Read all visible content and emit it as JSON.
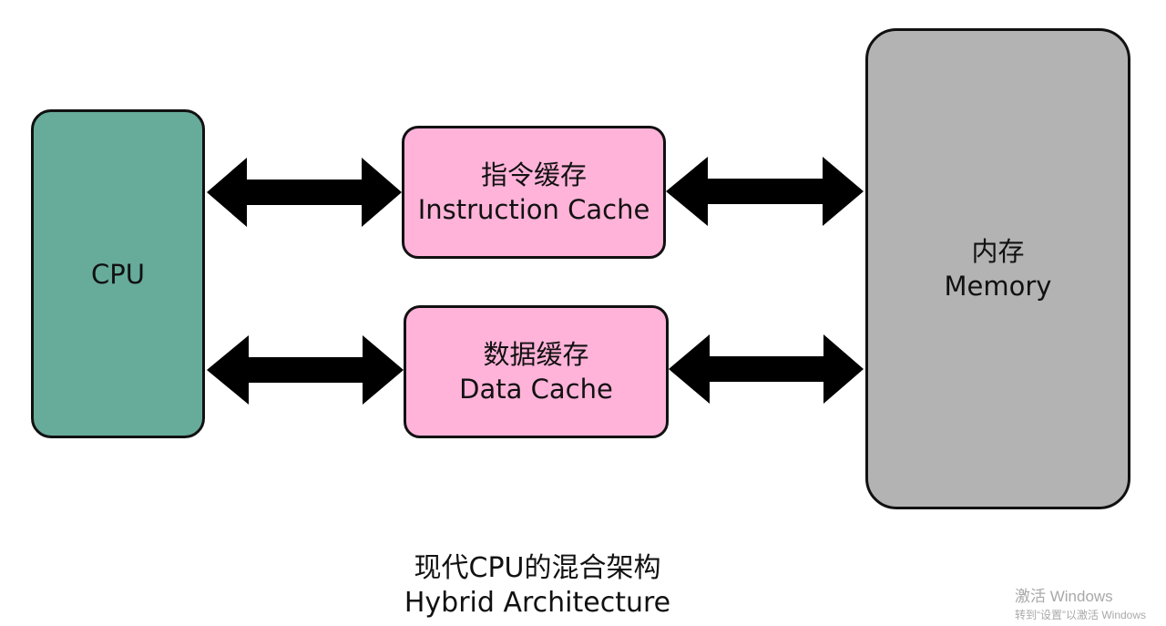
{
  "colors": {
    "cpu": "#67ab9b",
    "cache": "#ffb3d9",
    "memory": "#b3b3b3",
    "stroke": "#111111",
    "arrow": "#000000"
  },
  "nodes": {
    "cpu": {
      "label": "CPU"
    },
    "instruction_cache": {
      "label_cn": "指令缓存",
      "label_en": "Instruction Cache"
    },
    "data_cache": {
      "label_cn": "数据缓存",
      "label_en": "Data Cache"
    },
    "memory": {
      "label_cn": "内存",
      "label_en": "Memory"
    }
  },
  "edges": [
    {
      "from": "cpu",
      "to": "instruction_cache",
      "direction": "bidirectional"
    },
    {
      "from": "cpu",
      "to": "data_cache",
      "direction": "bidirectional"
    },
    {
      "from": "instruction_cache",
      "to": "memory",
      "direction": "bidirectional"
    },
    {
      "from": "data_cache",
      "to": "memory",
      "direction": "bidirectional"
    }
  ],
  "caption": {
    "cn": "现代CPU的混合架构",
    "en": "Hybrid Architecture"
  },
  "watermark": {
    "title": "激活 Windows",
    "subtitle": "转到“设置”以激活 Windows"
  }
}
